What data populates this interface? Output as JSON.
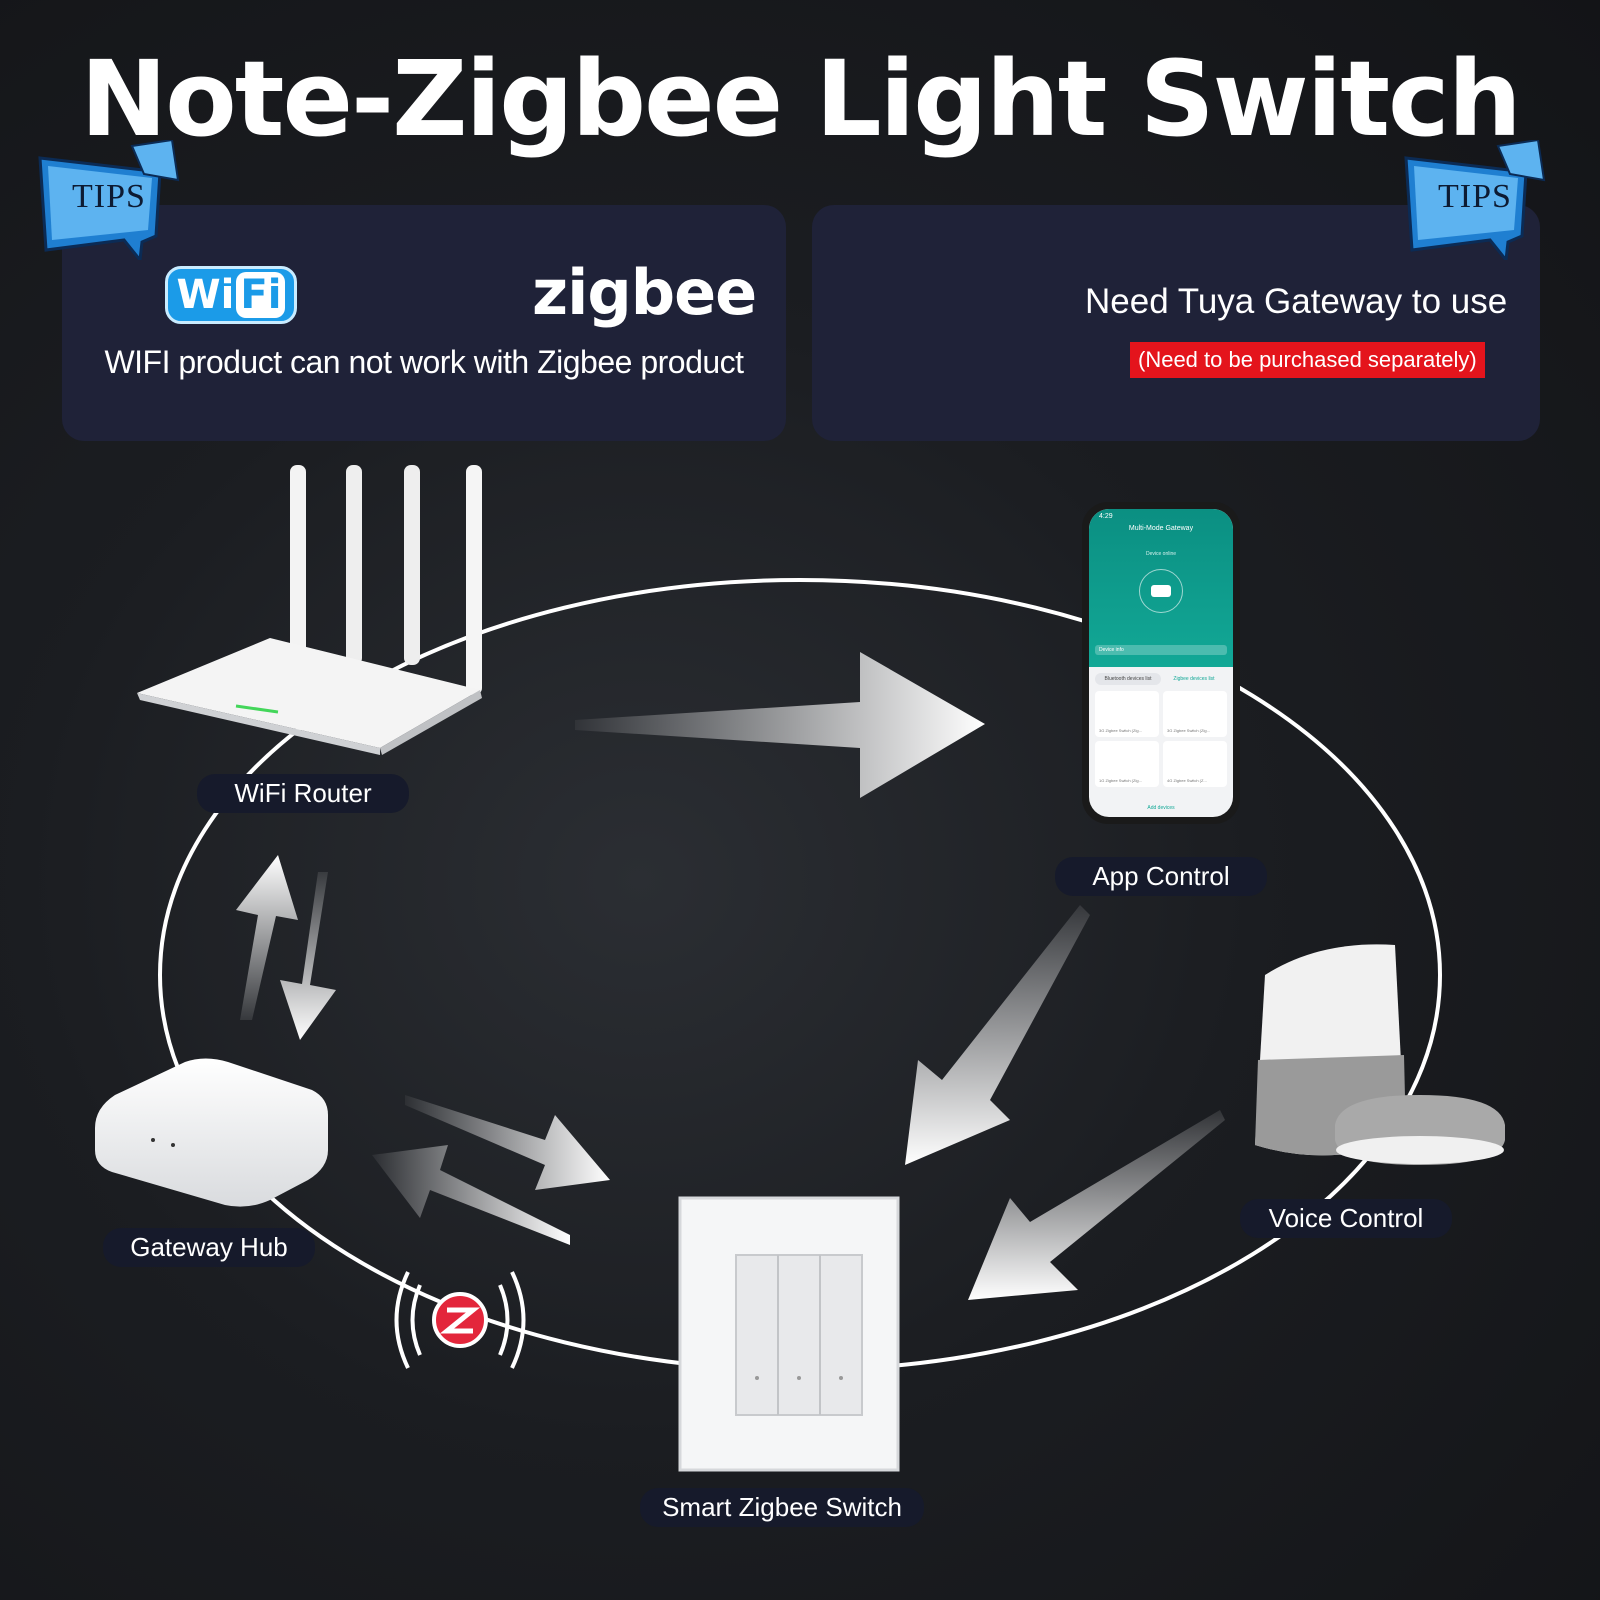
{
  "title": "Note-Zigbee Light Switch",
  "tips": {
    "left_badge": "TIPS",
    "right_badge": "TIPS"
  },
  "left_panel": {
    "wifi_logo_part1": "Wi",
    "wifi_logo_part2": "Fi",
    "zigbee_word": "zigbee",
    "note": "WIFI product can not work with Zigbee product"
  },
  "right_panel": {
    "need_text": "Need Tuya Gateway to use",
    "purchase_note": "(Need to be purchased separately)"
  },
  "labels": {
    "router": "WiFi Router",
    "app": "App Control",
    "voice": "Voice Control",
    "gateway": "Gateway Hub",
    "switch": "Smart Zigbee Switch"
  },
  "phone": {
    "status_time": "4:29",
    "header": "Multi-Mode Gateway",
    "sub": "Device online",
    "info": "Device info",
    "tab_bt": "Bluetooth devices list",
    "tab_zb": "Zigbee devices list",
    "cards": [
      "3G Zigbee Switch (Zig...",
      "3G Zigbee Switch (Zig...",
      "1G Zigbee Switch (Zig...",
      "4G Zigbee Switch (Z..."
    ],
    "add": "Add devices"
  },
  "colors": {
    "panel_bg": "#1f2238",
    "purchase_red": "#e4141c",
    "zigbee_red": "#e3263b",
    "wifi_blue": "#1b9be8",
    "tips_blue": "#1f7fd1"
  },
  "icons": [
    "megaphone-icon",
    "no-swap-icon",
    "zigbee-logo-icon",
    "zigbee-signal-icon"
  ]
}
